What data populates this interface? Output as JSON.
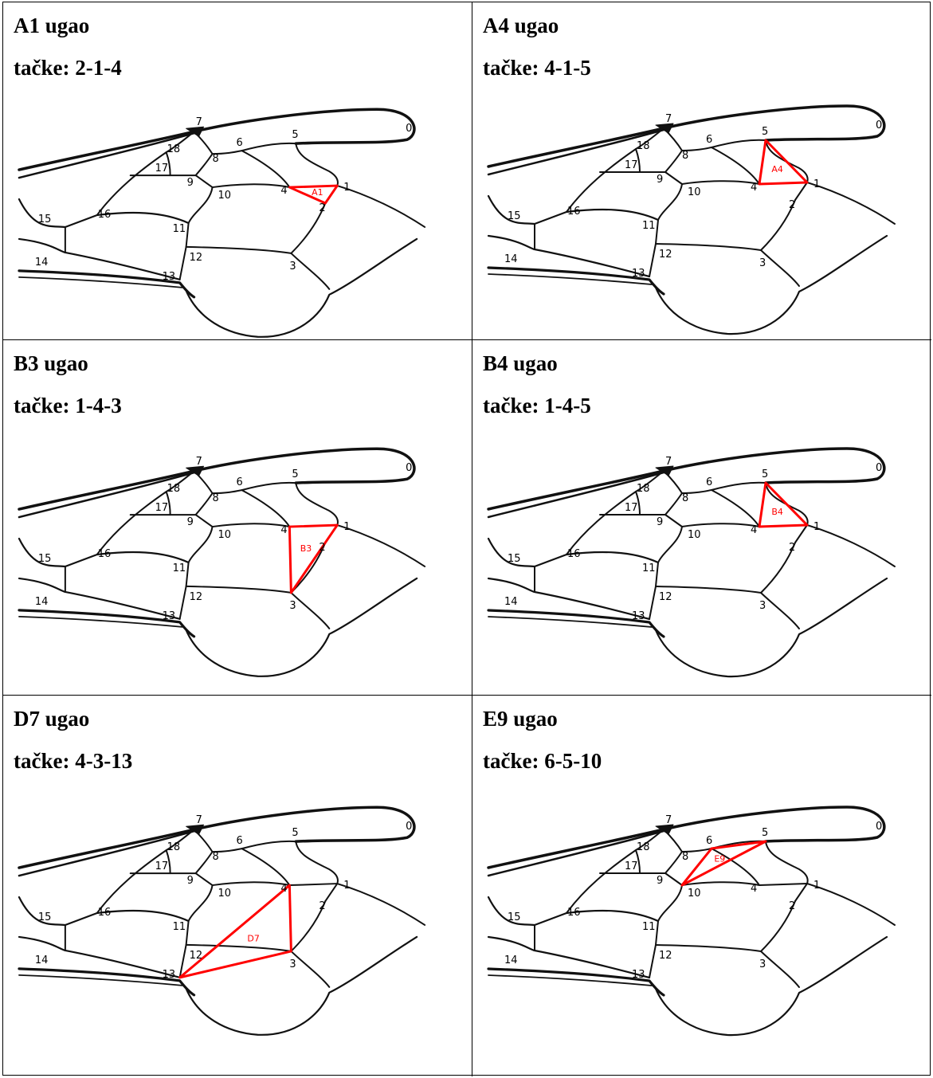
{
  "panels": [
    {
      "id": "A1",
      "title": "A1 ugao",
      "points_text": "tačke: 2-1-4",
      "triangle": [
        2,
        1,
        4
      ],
      "label": "A1"
    },
    {
      "id": "A4",
      "title": "A4 ugao",
      "points_text": "tačke: 4-1-5",
      "triangle": [
        4,
        1,
        5
      ],
      "label": "A4"
    },
    {
      "id": "B3",
      "title": "B3 ugao",
      "points_text": "tačke: 1-4-3",
      "triangle": [
        1,
        4,
        3
      ],
      "label": "B3"
    },
    {
      "id": "B4",
      "title": "B4 ugao",
      "points_text": "tačke: 1-4-5",
      "triangle": [
        1,
        4,
        5
      ],
      "label": "B4"
    },
    {
      "id": "D7",
      "title": "D7 ugao",
      "points_text": "tačke: 4-3-13",
      "triangle": [
        4,
        3,
        13
      ],
      "label": "D7"
    },
    {
      "id": "E9",
      "title": "E9 ugao",
      "points_text": "tačke: 6-5-10",
      "triangle": [
        6,
        5,
        10
      ],
      "label": "E9"
    }
  ],
  "landmark_labels": [
    "0",
    "1",
    "2",
    "3",
    "4",
    "5",
    "6",
    "7",
    "8",
    "9",
    "10",
    "11",
    "12",
    "13",
    "14",
    "15",
    "16",
    "17",
    "18"
  ],
  "colors": {
    "wing_lines": "#111111",
    "highlight": "#ff0000",
    "border": "#000000"
  }
}
